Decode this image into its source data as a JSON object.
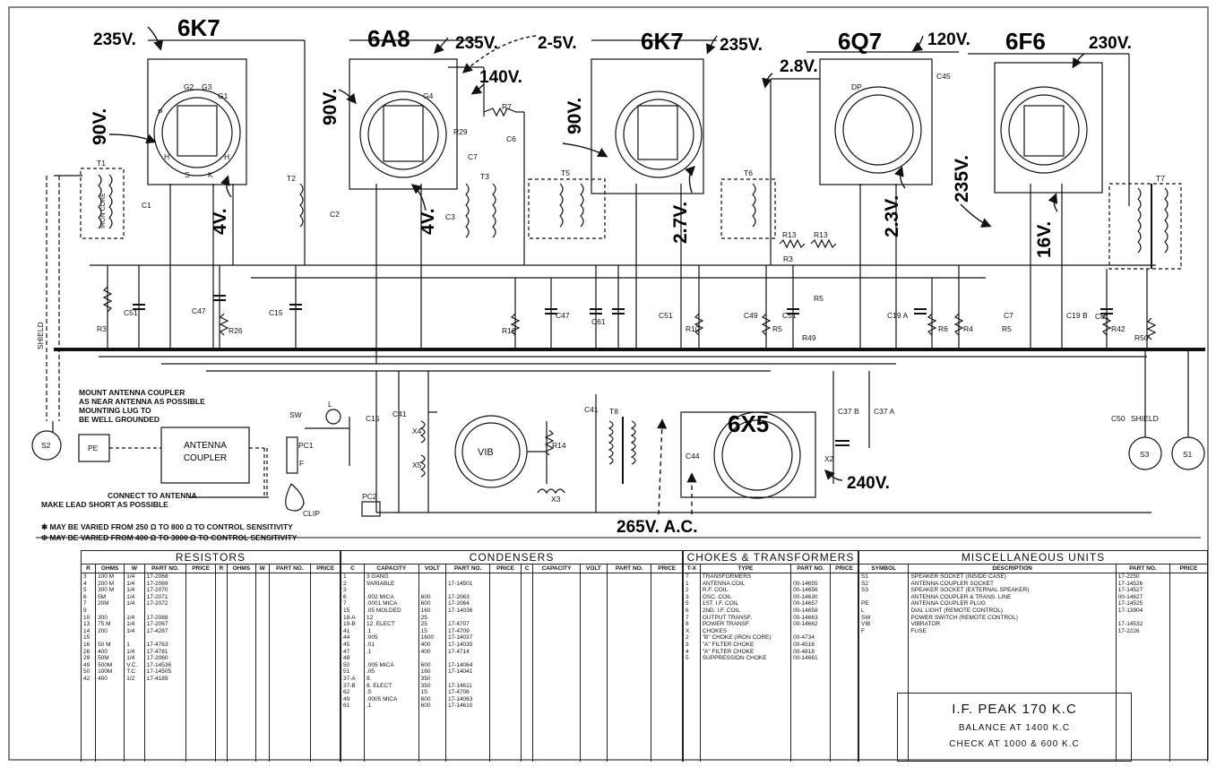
{
  "tubes": [
    {
      "id": "v1",
      "label": "6K7"
    },
    {
      "id": "v2",
      "label": "6A8"
    },
    {
      "id": "v3",
      "label": "6K7"
    },
    {
      "id": "v4",
      "label": "6Q7"
    },
    {
      "id": "v5",
      "label": "6F6"
    },
    {
      "id": "v6",
      "label": "6X5"
    }
  ],
  "voltages": {
    "v1_plate": "235V.",
    "v1_screen": "90V.",
    "v1_heater": "4V.",
    "v2_plate": "235V.",
    "v2_osc": "2-5V.",
    "v2_140": "140V.",
    "v2_screen": "90V.",
    "v2_heater": "4V.",
    "v3_plate": "235V.",
    "v3_screen": "90V.",
    "v3_cathode": "2.7V.",
    "v4_grid": "2.8V.",
    "v4_plate": "120V.",
    "v4_cathode": "2.3V.",
    "v5_plate": "230V.",
    "v5_screen": "235V.",
    "v5_cathode": "16V.",
    "rect_out": "240V.",
    "rect_ac": "265V. A.C."
  },
  "components": {
    "t1": "T1",
    "iron_core": "IRON CORE",
    "c1": "C1",
    "t2": "T2",
    "c2": "C2",
    "t3": "T3",
    "c3": "C3",
    "t5": "T5",
    "t6": "T6",
    "t7": "T7",
    "t8": "T8",
    "c6": "C6",
    "c7": "C7",
    "r7": "R7",
    "r29": "R29",
    "c45": "C45",
    "c51": "C51",
    "r3": "R3",
    "c47": "C47",
    "r26": "R26",
    "c15": "C15",
    "r16": "R16",
    "c61": "C61",
    "r10": "R10",
    "c49": "C49",
    "r5": "R5",
    "r49": "R49",
    "r13": "R13",
    "c19a": "C19 A",
    "r6": "R6",
    "r4": "R4",
    "c19b": "C19 B",
    "r42": "R42",
    "r50": "R50",
    "c41": "C41",
    "x4": "X4",
    "x5": "X5",
    "vib": "VIB",
    "r14": "R14",
    "c44": "C44",
    "x3": "X3",
    "x2": "X2",
    "c37a": "C37 A",
    "c37b": "C37 B",
    "c50": "C50",
    "shield": "SHIELD",
    "shield2": "SHIELD",
    "s1": "S1",
    "s2": "S2",
    "s3": "S3",
    "pe": "PE",
    "sw": "SW",
    "l": "L",
    "pc1": "PC1",
    "pc2": "PC2",
    "f": "F",
    "clip": "CLIP",
    "pin_g1": "G1",
    "pin_g2": "G2",
    "pin_g3": "G3",
    "pin_g4": "G4",
    "pin_p": "P",
    "pin_h": "H",
    "pin_s": "S",
    "pin_k": "K",
    "pin_dp": "DP"
  },
  "coupler": {
    "line1": "ANTENNA",
    "line2": "COUPLER"
  },
  "notes": {
    "mount1": "MOUNT ANTENNA COUPLER",
    "mount2": "AS NEAR ANTENNA AS POSSIBLE",
    "mount3": "MOUNTING LUG TO",
    "mount4": "BE WELL GROUNDED",
    "connect1": "CONNECT TO ANTENNA",
    "connect2": "MAKE LEAD SHORT AS POSSIBLE",
    "varied1": "✱ MAY BE VARIED FROM 250 Ω TO 800 Ω TO CONTROL SENSITIVITY",
    "varied2": "Φ MAY BE VARIED FROM 400 Ω TO 3000 Ω TO CONTROL SENSITIVITY"
  },
  "resistors": {
    "title": "RESISTORS",
    "headers": [
      "R",
      "OHMS",
      "W",
      "PART NO.",
      "PRICE",
      "R",
      "OHMS",
      "W",
      "PART NO.",
      "PRICE"
    ],
    "rows": [
      [
        "3",
        "100 M",
        "1/4",
        "17-2068"
      ],
      [
        "4",
        "200 M",
        "1/4",
        "17-2069"
      ],
      [
        "5",
        "300 M",
        "1/4",
        "17-2070"
      ],
      [
        "6",
        "5M",
        "1/4",
        "17-2071"
      ],
      [
        "7",
        "20M",
        "1/4",
        "17-2072"
      ],
      [
        "9",
        "",
        "",
        ""
      ],
      [
        "10",
        "300",
        "1/4",
        "17-2088"
      ],
      [
        "13",
        "75 M",
        "1/4",
        "17-2067"
      ],
      [
        "14",
        "200",
        "1/4",
        "17-4287"
      ],
      [
        "15",
        "",
        "",
        ""
      ],
      [
        "16",
        "50 M",
        "1",
        "17-4763"
      ],
      [
        "26",
        "400",
        "1/4",
        "17-4781"
      ],
      [
        "29",
        "50M",
        "1/4",
        "17-2060"
      ],
      [
        "49",
        "500M",
        "V.C.",
        "17-14536"
      ],
      [
        "50",
        "100M",
        "T.C.",
        "17-14505"
      ],
      [
        "42",
        "400",
        "1/2",
        "17-4189"
      ]
    ]
  },
  "condensers": {
    "title": "CONDENSERS",
    "headers": [
      "C",
      "CAPACITY",
      "VOLT",
      "PART NO.",
      "PRICE",
      "C",
      "CAPACITY",
      "VOLT",
      "PART NO.",
      "PRICE"
    ],
    "rows": [
      [
        "1",
        "3 GANG",
        "",
        ""
      ],
      [
        "2",
        "VARIABLE",
        "",
        "17-14501"
      ],
      [
        "3",
        "",
        "",
        ""
      ],
      [
        "6",
        ".002 MICA",
        "600",
        "17-2063"
      ],
      [
        "7",
        ".0001 MICA",
        "600",
        "17-2064"
      ],
      [
        "15",
        ".05 MOLDED",
        "160",
        "17-14036"
      ],
      [
        "19-A",
        "12",
        "25",
        ""
      ],
      [
        "19-B",
        "12. ELECT",
        "25",
        "17-4707"
      ],
      [
        "41",
        ".1",
        "15",
        "17-4709"
      ],
      [
        "44",
        ".005",
        "1600",
        "17-14037"
      ],
      [
        "45",
        ".01",
        "400",
        "17-14035"
      ],
      [
        "47",
        ".1",
        "400",
        "17-4714"
      ],
      [
        "48",
        "",
        "",
        ""
      ],
      [
        "50",
        ".005 MICA",
        "600",
        "17-14064"
      ],
      [
        "51",
        ".05",
        "160",
        "17-14041"
      ],
      [
        "37-A",
        "8.",
        "350",
        ""
      ],
      [
        "37-B",
        "8. ELECT",
        "350",
        "17-14611"
      ],
      [
        "62",
        ".5",
        "15",
        "17-4706"
      ],
      [
        "49",
        ".0005 MICA",
        "600",
        "17-14063"
      ],
      [
        "61",
        ".1",
        "600",
        "17-14610"
      ]
    ]
  },
  "chokes": {
    "title": "CHOKES & TRANSFORMERS",
    "headers": [
      "T-X",
      "TYPE",
      "PART NO.",
      "PRICE"
    ],
    "rows": [
      [
        "T",
        "TRANSFORMERS",
        ""
      ],
      [
        "1",
        "ANTENNA COIL",
        "00-14655"
      ],
      [
        "2",
        "R.F. COIL",
        "00-14656"
      ],
      [
        "3",
        "OSC. COIL",
        "00-14630"
      ],
      [
        "5",
        "1ST. I.F. COIL",
        "00-14657"
      ],
      [
        "6",
        "2ND. I.F. COIL",
        "00-14658"
      ],
      [
        "7",
        "OUTPUT TRANSF.",
        "00-14663"
      ],
      [
        "8",
        "POWER TRANSF.",
        "00-14662"
      ],
      [
        "",
        "",
        ""
      ],
      [
        "",
        "",
        ""
      ],
      [
        "X",
        "CHOKES",
        ""
      ],
      [
        "2",
        "\"B\" CHOKE (IRON CORE)",
        "00-4734"
      ],
      [
        "3",
        "\"A\" FILTER CHOKE",
        "00-4516"
      ],
      [
        "4",
        "\"A\" FILTER CHOKE",
        "00-4818"
      ],
      [
        "5",
        "SUPPRESSION CHOKE",
        "00-14661"
      ]
    ]
  },
  "misc": {
    "title": "MISCELLANEOUS UNITS",
    "headers": [
      "SYMBOL",
      "DESCRIPTION",
      "PART NO.",
      "PRICE"
    ],
    "rows": [
      [
        "S1",
        "SPEAKER SOCKET (INSIDE CASE)",
        "17-2250"
      ],
      [
        "S2",
        "ANTENNA COUPLER SOCKET",
        "17-14526"
      ],
      [
        "S3",
        "SPEAKER SOCKET (EXTERNAL SPEAKER)",
        "17-14527"
      ],
      [
        "",
        "ANTENNA COUPLER & TRANS. LINE",
        "00-14627"
      ],
      [
        "PE",
        "ANTENNA COUPLER PLUG",
        "17-14525"
      ],
      [
        "L",
        "DIAL LIGHT (REMOTE CONTROL)",
        "17-13904"
      ],
      [
        "SW",
        "POWER SWITCH (REMOTE CONTROL)",
        ""
      ],
      [
        "VIB",
        "VIBRATOR",
        "17-14532"
      ],
      [
        "F",
        "FUSE",
        "17-2226"
      ]
    ]
  },
  "ifpeak": {
    "line1": "I.F. PEAK 170 K.C",
    "line2": "BALANCE AT 1400 K.C",
    "line3": "CHECK AT 1000 & 600 K.C"
  }
}
